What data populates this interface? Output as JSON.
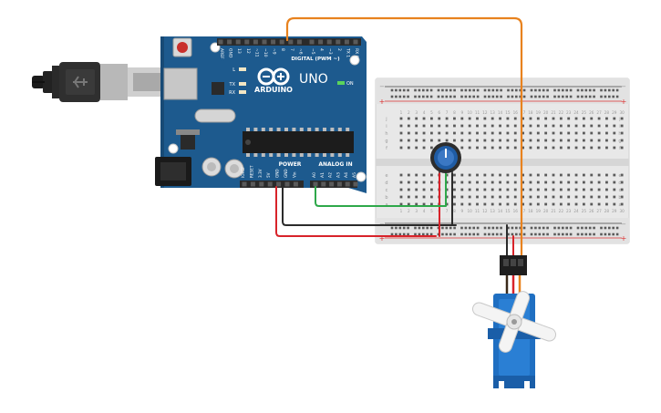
{
  "arduino": {
    "brand": "ARDUINO",
    "model": "UNO",
    "digital_label": "DIGITAL (PWM ~)",
    "power_label": "POWER",
    "analog_label": "ANALOG IN",
    "on_label": "ON",
    "l_label": "L",
    "tx_label": "TX",
    "rx_label": "RX",
    "power_pins": [
      "IOREF",
      "RESET",
      "3.3V",
      "5V",
      "GND",
      "GND",
      "Vin"
    ],
    "analog_pins": [
      "A0",
      "A1",
      "A2",
      "A3",
      "A4",
      "A5"
    ],
    "digital_pins": [
      "AREF",
      "GND",
      "13",
      "12",
      "~11",
      "~10",
      "~9",
      "8",
      "7",
      "~6",
      "~5",
      "4",
      "~3",
      "2",
      "TX 1",
      "RX 0"
    ],
    "colors": {
      "board": "#1d5a8e",
      "header": "#2a2a2a",
      "silk": "#ffffff"
    }
  },
  "breadboard": {
    "row_labels_top": [
      "j",
      "i",
      "h",
      "g",
      "f"
    ],
    "row_labels_bottom": [
      "e",
      "d",
      "c",
      "b",
      "a"
    ],
    "column_numbers": [
      "1",
      "2",
      "3",
      "4",
      "5",
      "6",
      "7",
      "8",
      "9",
      "10",
      "11",
      "12",
      "13",
      "14",
      "15",
      "16",
      "17",
      "18",
      "19",
      "20",
      "21",
      "22",
      "23",
      "24",
      "25",
      "26",
      "27",
      "28",
      "29",
      "30"
    ],
    "rail_minus": "−",
    "rail_plus": "+",
    "colors": {
      "body": "#e6e6e6",
      "hole": "#5a5a5a",
      "rail_red": "#d33",
      "rail_black": "#444"
    }
  },
  "wires": {
    "colors": {
      "signal": "#e8821e",
      "ground": "#2b2b2b",
      "power": "#d8232a",
      "analog": "#2ea84a"
    }
  },
  "components": {
    "potentiometer": {
      "icon": "potentiometer-knob-icon",
      "color": "#1f5ca5"
    },
    "servo": {
      "icon": "micro-servo-icon",
      "color": "#1f6fc2"
    },
    "usb_cable": {
      "icon": "usb-cable-icon"
    }
  }
}
